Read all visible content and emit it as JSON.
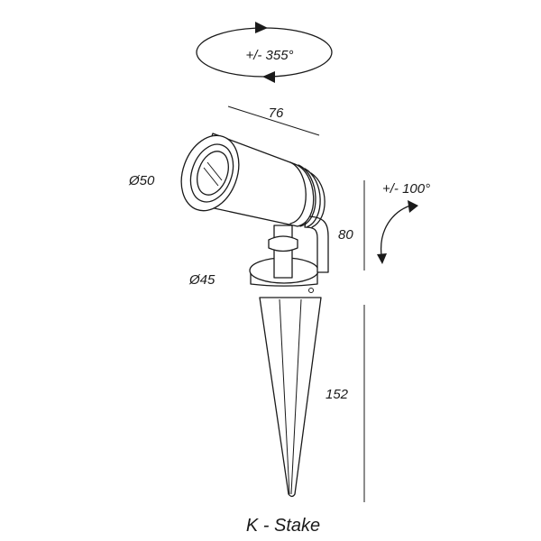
{
  "rotation": {
    "label": "+/- 355°"
  },
  "width_dim": {
    "label": "76"
  },
  "head_diameter": {
    "label": "Ø50"
  },
  "tilt": {
    "label": "+/- 100°"
  },
  "height_dim": {
    "label": "80"
  },
  "base_diameter": {
    "label": "Ø45"
  },
  "stake_dim": {
    "label": "152"
  },
  "title": {
    "label": "K - Stake"
  }
}
